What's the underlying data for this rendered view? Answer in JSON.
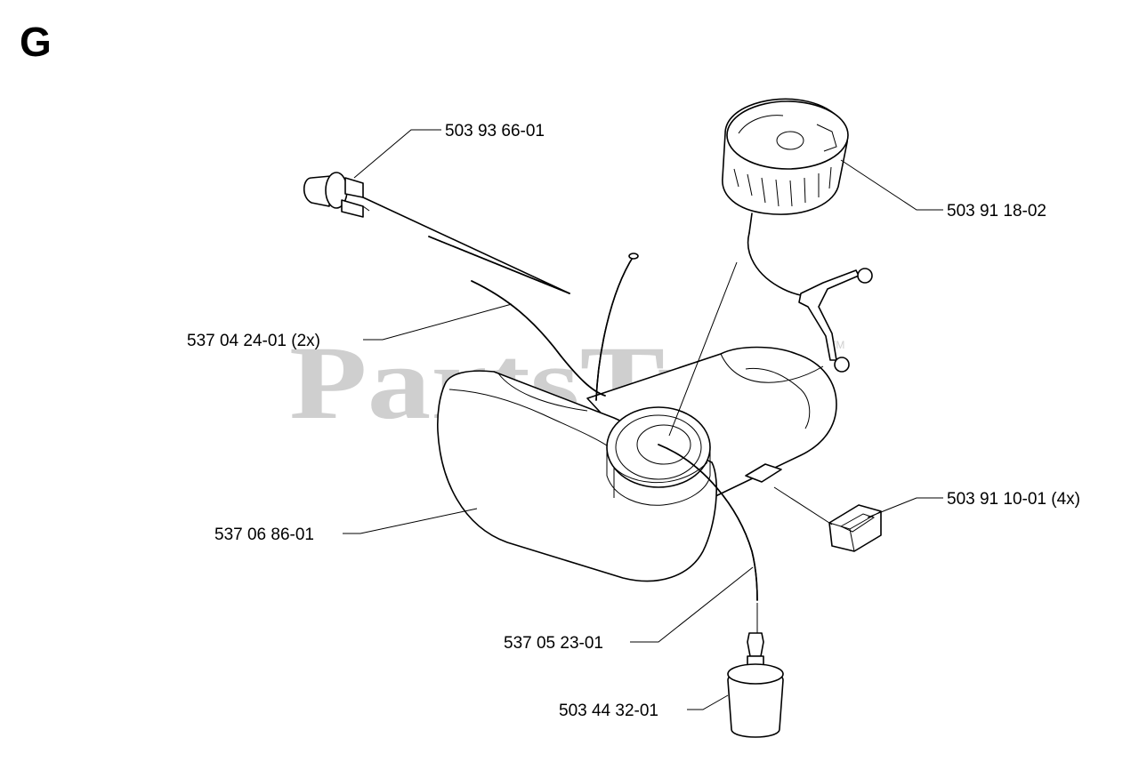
{
  "section_letter": "G",
  "watermark": {
    "text": "PartsTree",
    "trademark": "TM"
  },
  "callouts": {
    "primer_bulb": "503 93 66-01",
    "fuel_cap": "503 91 18-02",
    "fuel_hose": "537 04 24-01 (2x)",
    "fuel_tank": "537 06 86-01",
    "vibration_damper": "503 91 10-01 (4x)",
    "fuel_line": "537 05 23-01",
    "fuel_filter": "503 44 32-01"
  }
}
